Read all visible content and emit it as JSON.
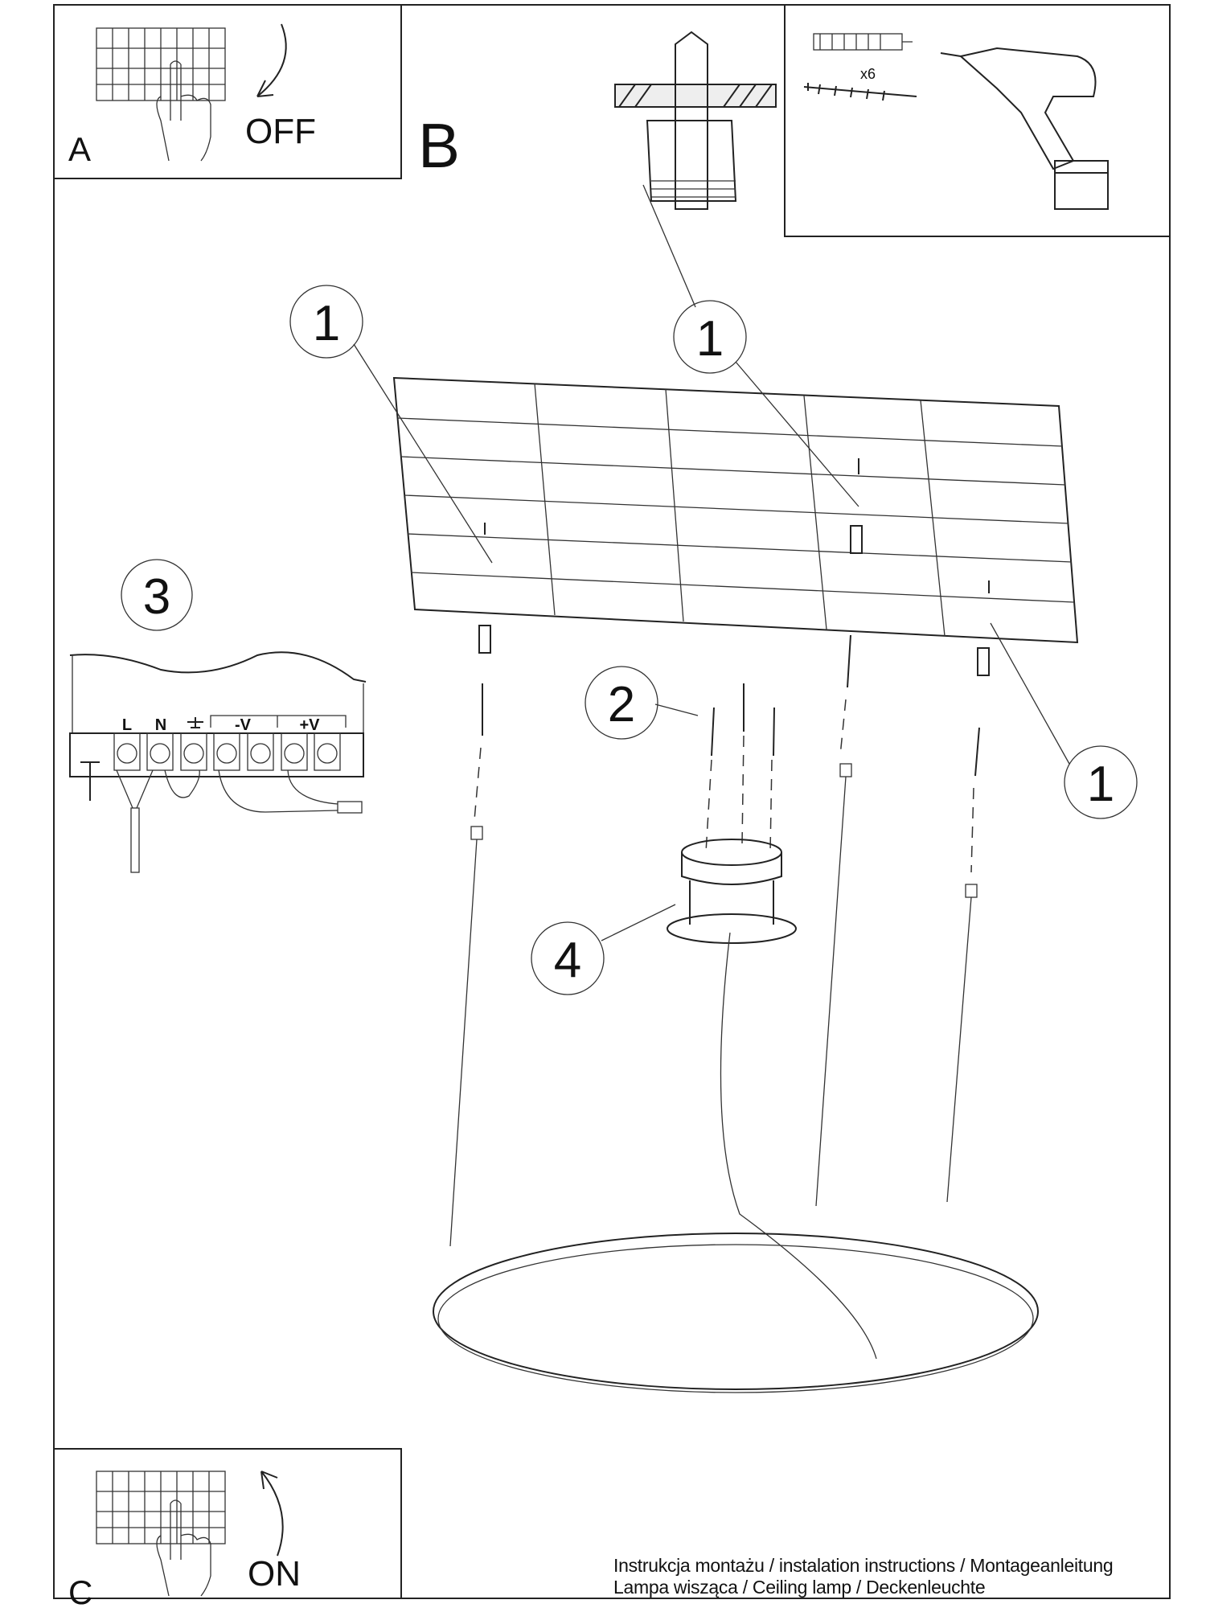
{
  "panels": {
    "a": {
      "letter": "A",
      "action": "OFF"
    },
    "b": {
      "letter": "B"
    },
    "c": {
      "letter": "C",
      "action": "ON"
    }
  },
  "tools": {
    "quantity": "x6"
  },
  "callouts": {
    "anchor_left": "1",
    "anchor_center": "1",
    "anchor_right": "1",
    "screws": "2",
    "wiring": "3",
    "canopy": "4"
  },
  "terminal": {
    "l": "L",
    "n": "N",
    "minus_v": "-V",
    "plus_v": "+V"
  },
  "footer": {
    "line1": "Instrukcja montażu / instalation instructions / Montageanleitung",
    "line2": "Lampa wisząca / Ceiling lamp / Deckenleuchte"
  }
}
